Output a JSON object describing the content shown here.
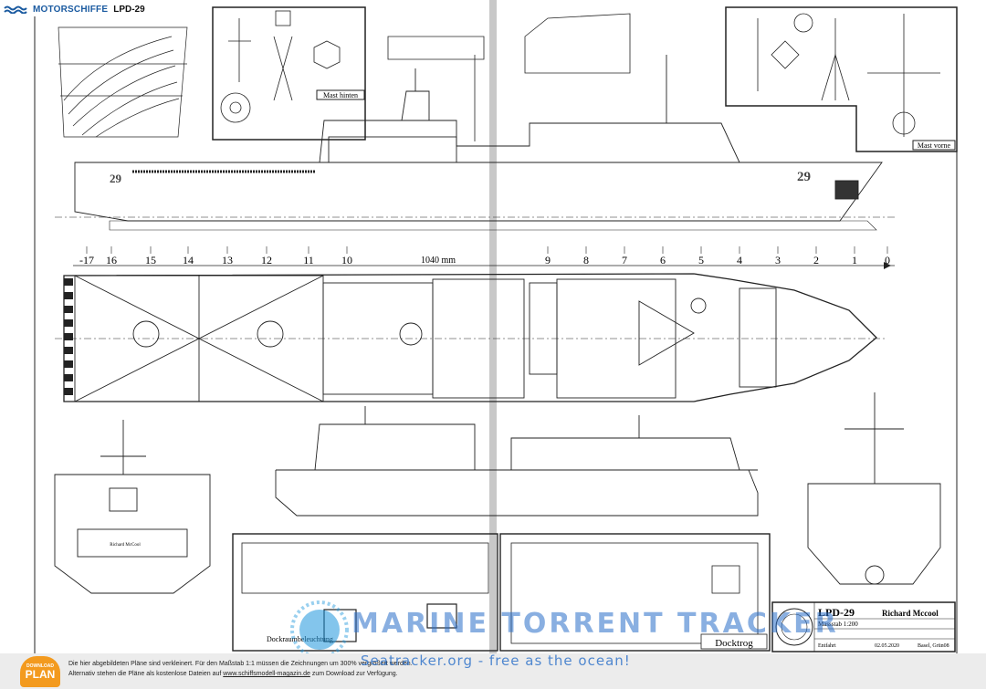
{
  "header": {
    "section": "MOTORSCHIFFE",
    "title": "LPD-29"
  },
  "drawing": {
    "hull_number": "29",
    "length_label": "1040 mm",
    "scale_marks": [
      "-17",
      "16",
      "15",
      "14",
      "13",
      "12",
      "11",
      "10",
      "9",
      "8",
      "7",
      "6",
      "5",
      "4",
      "3",
      "2",
      "1",
      "0"
    ],
    "mast_rear_label": "Mast hinten",
    "mast_front_label": "Mast vorne",
    "dock_lighting_label": "Dockraumbeleuchtung",
    "dock_trough_label": "Docktrog",
    "stern_name": "Richard McCool",
    "title_block": {
      "title": "LPD-29",
      "name": "Richard Mccool",
      "scale": "Massstab 1:200",
      "date": "02.05.2020",
      "author": "Basel, Grün08",
      "drafted_label": "Entfahrt"
    }
  },
  "footer": {
    "badge_top": "DOWNLOAD",
    "badge_bottom": "PLAN",
    "line1": "Die hier abgebildeten Pläne sind verkleinert. Für den Maßstab 1:1 müssen die Zeichnungen um 300% vergrößert werden.",
    "line2_prefix": "Alternativ stehen die Pläne als kostenlose Dateien auf",
    "link": "www.schiffsmodell-magazin.de",
    "line2_suffix": "zum Download zur Verfügung."
  },
  "watermark": {
    "line1": "MARINE TORRENT TRACKER",
    "line2": "Seatracker.org - free as the ocean!"
  }
}
